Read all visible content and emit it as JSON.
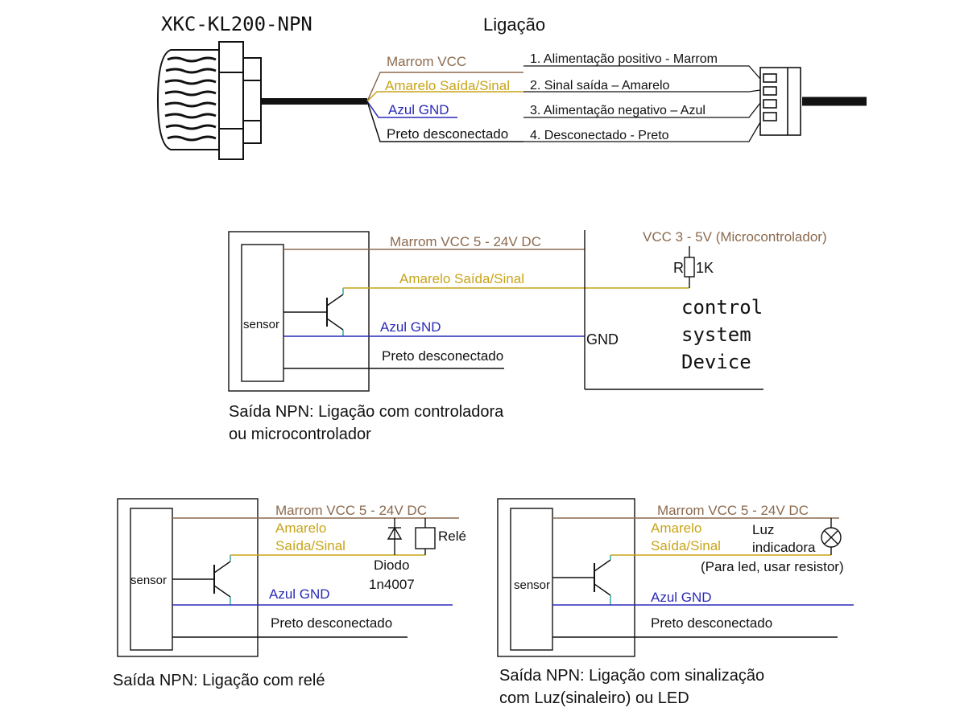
{
  "header": {
    "model": "XKC-KL200-NPN",
    "title": "Ligação"
  },
  "colors": {
    "brown": "#8B6A4E",
    "yellow": "#C8A418",
    "blue": "#2A2AB8",
    "black": "#111111"
  },
  "wiring": {
    "wires": [
      "Marrom VCC",
      "Amarelo Saída/Sinal",
      "Azul GND",
      "Preto desconectado"
    ],
    "pins": [
      "1. Alimentação positivo - Marrom",
      "2. Sinal saída – Amarelo",
      "3. Alimentação negativo – Azul",
      "4. Desconectado - Preto"
    ]
  },
  "controller": {
    "sensor": "sensor",
    "vcc": "Marrom VCC 5 - 24V DC",
    "signal": "Amarelo Saída/Sinal",
    "gnd": "Azul GND",
    "nc": "Preto desconectado",
    "gnd_label": "GND",
    "mcu_vcc": "VCC 3 - 5V (Microcontrolador)",
    "resistor_r": "R",
    "resistor_value": "1K",
    "device_lines": [
      "control",
      "system",
      "Device"
    ],
    "caption": [
      "Saída NPN: Ligação com controladora",
      "ou microcontrolador"
    ]
  },
  "relay": {
    "sensor": "sensor",
    "vcc": "Marrom VCC 5 - 24V DC",
    "signal": [
      "Amarelo",
      "Saída/Sinal"
    ],
    "gnd": "Azul GND",
    "nc": "Preto desconectado",
    "relay_label": "Relé",
    "diode": [
      "Diodo",
      "1n4007"
    ],
    "caption": "Saída NPN: Ligação com relé"
  },
  "lamp": {
    "sensor": "sensor",
    "vcc": "Marrom VCC 5 - 24V DC",
    "signal": [
      "Amarelo",
      "Saída/Sinal"
    ],
    "gnd": "Azul GND",
    "nc": "Preto desconectado",
    "lamp_label": [
      "Luz",
      "indicadora"
    ],
    "led_note": "(Para led, usar resistor)",
    "caption": [
      "Saída NPN: Ligação com sinalização",
      "com Luz(sinaleiro) ou LED"
    ]
  }
}
